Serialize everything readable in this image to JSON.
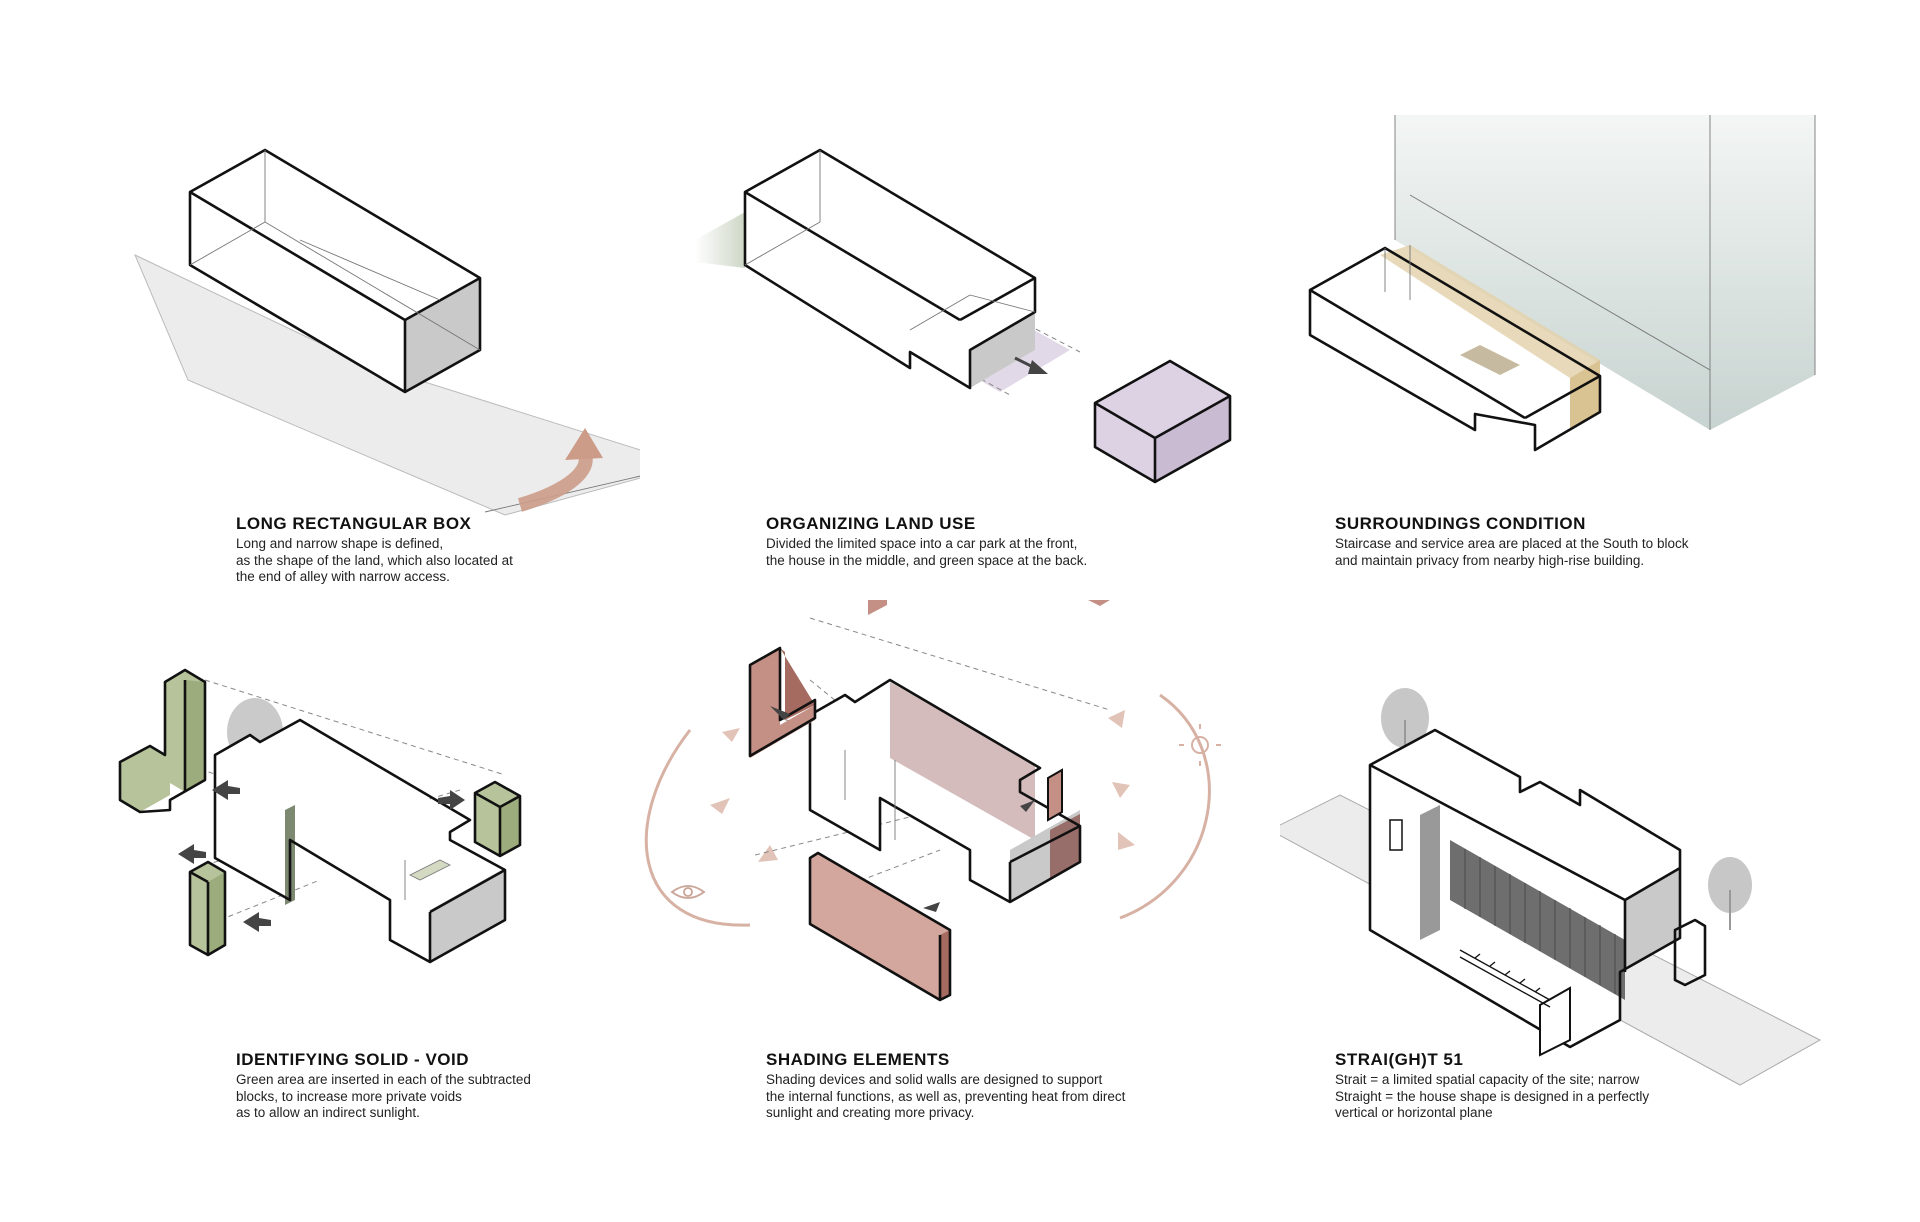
{
  "colors": {
    "arrow_accent": "#cc9c88",
    "purple_box": "#d8cfe0",
    "yellow_wall": "#e3d2ad",
    "green_void": "#b7c49b",
    "shading_brick": "#b8756a",
    "ground": "#ececec"
  },
  "panels": [
    {
      "title": "LONG RECTANGULAR BOX",
      "lines": [
        "Long and narrow shape is defined,",
        "as the shape of the land, which also located at",
        "the end of alley with narrow access."
      ]
    },
    {
      "title": "ORGANIZING LAND USE",
      "lines": [
        "Divided the limited space into a car park at the front,",
        "the house in the middle, and green space at the back."
      ]
    },
    {
      "title": "SURROUNDINGS CONDITION",
      "lines": [
        "Staircase and service area are placed at the South to block",
        "and maintain privacy from nearby high-rise building."
      ]
    },
    {
      "title": "IDENTIFYING SOLID - VOID",
      "lines": [
        "Green area are inserted in each of the subtracted",
        "blocks, to increase more private voids",
        "as to allow an indirect sunlight."
      ]
    },
    {
      "title": "SHADING ELEMENTS",
      "lines": [
        "Shading devices and solid walls are designed to support",
        "the internal functions, as well as, preventing heat from direct",
        "sunlight and creating more privacy."
      ]
    },
    {
      "title": "STRAI(GH)T 51",
      "lines": [
        "Strait = a limited spatial capacity of the site; narrow",
        "Straight = the house shape is designed in a perfectly",
        "vertical or horizontal plane"
      ]
    }
  ]
}
